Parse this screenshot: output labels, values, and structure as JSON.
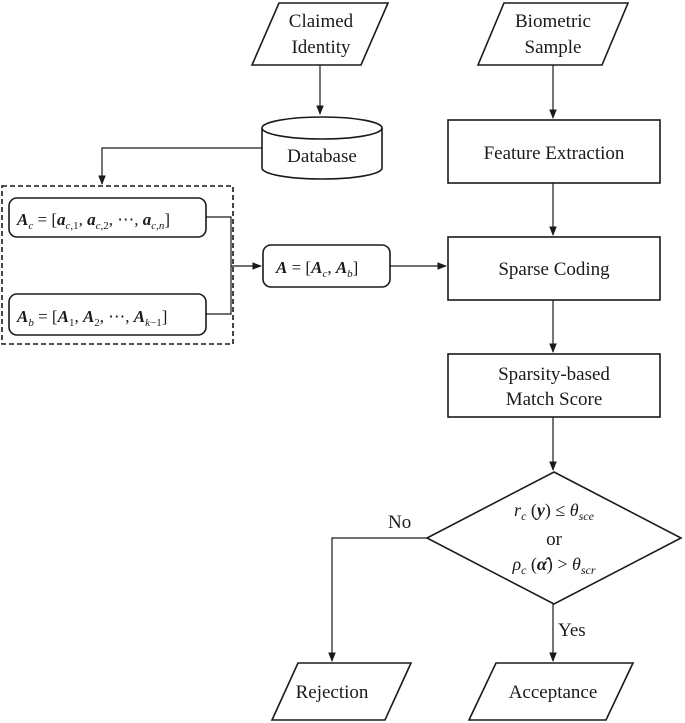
{
  "nodes": {
    "claimed_identity": [
      "Claimed",
      "Identity"
    ],
    "biometric_sample": [
      "Biometric",
      "Sample"
    ],
    "database": "Database",
    "feature_extraction": "Feature Extraction",
    "sparse_coding": "Sparse Coding",
    "match_score": [
      "Sparsity-based",
      "Match Score"
    ],
    "rejection": "Rejection",
    "acceptance": "Acceptance"
  },
  "decision": {
    "line1": "r_c(y) ≤ θ_sce",
    "or": "or",
    "line2": "ρ_c(α̂) > θ_scr",
    "no": "No",
    "yes": "Yes"
  },
  "formulas": {
    "Ac": "A_c = [a_c,1, a_c,2, ⋯, a_c,n]",
    "Ab": "A_b = [A_1, A_2, ⋯, A_k−1]",
    "A": "A = [A_c, A_b]"
  }
}
